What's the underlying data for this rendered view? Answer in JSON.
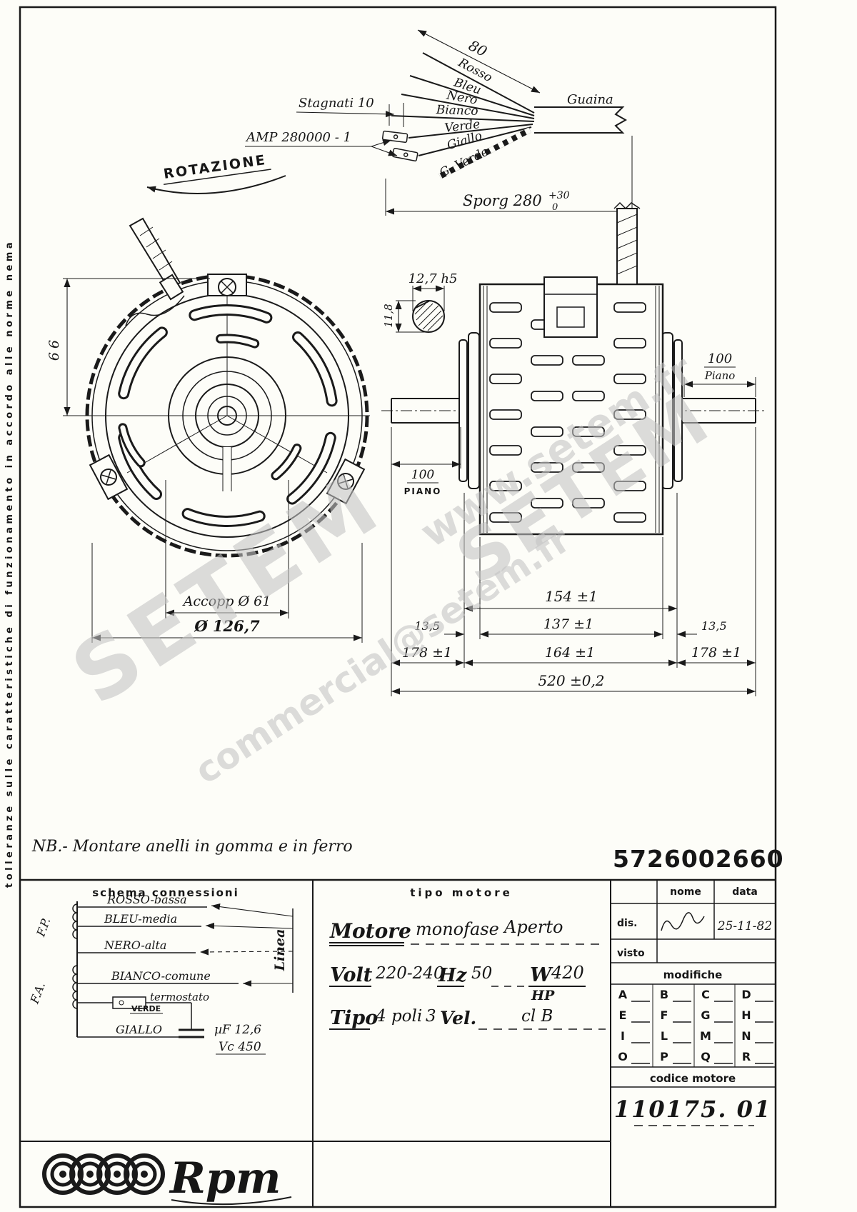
{
  "page": {
    "margin_note": "tolleranze sulle caratteristiche di funzionamento in accordo alle norme nema",
    "nb_note": "NB.- Montare anelli in gomma e in ferro",
    "drawing_code": "5726002660"
  },
  "watermarks": {
    "url": "www.setem.fr",
    "brand1": "SETEM",
    "brand2": "SETEM",
    "email": "commercial@setem.fr"
  },
  "cable": {
    "dim_length": "80",
    "wire_rosso": "Rosso",
    "wire_bleu": "Bleu",
    "wire_nero": "Nero",
    "wire_bianco": "Bianco",
    "wire_verde": "Verde",
    "wire_giallo": "Giallo",
    "wire_gverde": "G. Verde",
    "stagnati": "Stagnati 10",
    "amp": "AMP 280000 - 1",
    "guaina": "Guaina",
    "rotazione": "ROTAZIONE",
    "sporg": "Sporg 280",
    "sporg_plus": "+30",
    "sporg_minus": "0"
  },
  "front_view": {
    "dim_height": "66",
    "dim_accopp": "Accopp Ø 61",
    "dim_diameter": "Ø 126,7"
  },
  "shaft_detail": {
    "dim_width": "12,7 h5",
    "dim_height": "11,8"
  },
  "side_view": {
    "dim_right_100": "100",
    "piano_right": "Piano",
    "dim_left_100": "100",
    "piano_left": "PIANO",
    "dim_154": "154 ±1",
    "dim_135_left": "13,5",
    "dim_137": "137 ±1",
    "dim_135_right": "13,5",
    "dim_178_left": "178 ±1",
    "dim_164": "164 ±1",
    "dim_178_right": "178 ±1",
    "dim_520": "520 ±0,2"
  },
  "schema": {
    "title": "schema  connessioni",
    "fp": "F.P.",
    "fa": "F.A.",
    "rosso": "ROSSO-bassa",
    "bleu": "BLEU-media",
    "nero": "NERO-alta",
    "bianco": "BIANCO-comune",
    "termostato": "termostato",
    "verde": "VERDE",
    "giallo": "GIALLO",
    "linea": "Linea",
    "cap_uf": "µF 12,6",
    "cap_vc": "Vc 450"
  },
  "motor_info": {
    "header": "tipo  motore",
    "motore_label": "Motore",
    "motore_type": "monofase",
    "motore_class": "Aperto",
    "volt_label": "Volt",
    "volt_value": "220-240",
    "hz_label": "Hz",
    "hz_value": "50",
    "w_label": "W",
    "w_value": "420",
    "hp_label": "HP",
    "tipo_label": "Tipo",
    "poli_value": "4 poli",
    "vel_value": "3",
    "vel_label": "Vel.",
    "class_value": "cl B"
  },
  "approval": {
    "nome": "nome",
    "data": "data",
    "dis": "dis.",
    "date_value": "25-11-82",
    "visto": "visto",
    "modifiche": "modifiche",
    "grid": [
      "A",
      "B",
      "C",
      "D",
      "E",
      "F",
      "G",
      "H",
      "I",
      "L",
      "M",
      "N",
      "O",
      "P",
      "Q",
      "R"
    ],
    "codice_label": "codice  motore",
    "codice_value": "110175. 01"
  },
  "logo": {
    "text": "Rpm"
  }
}
